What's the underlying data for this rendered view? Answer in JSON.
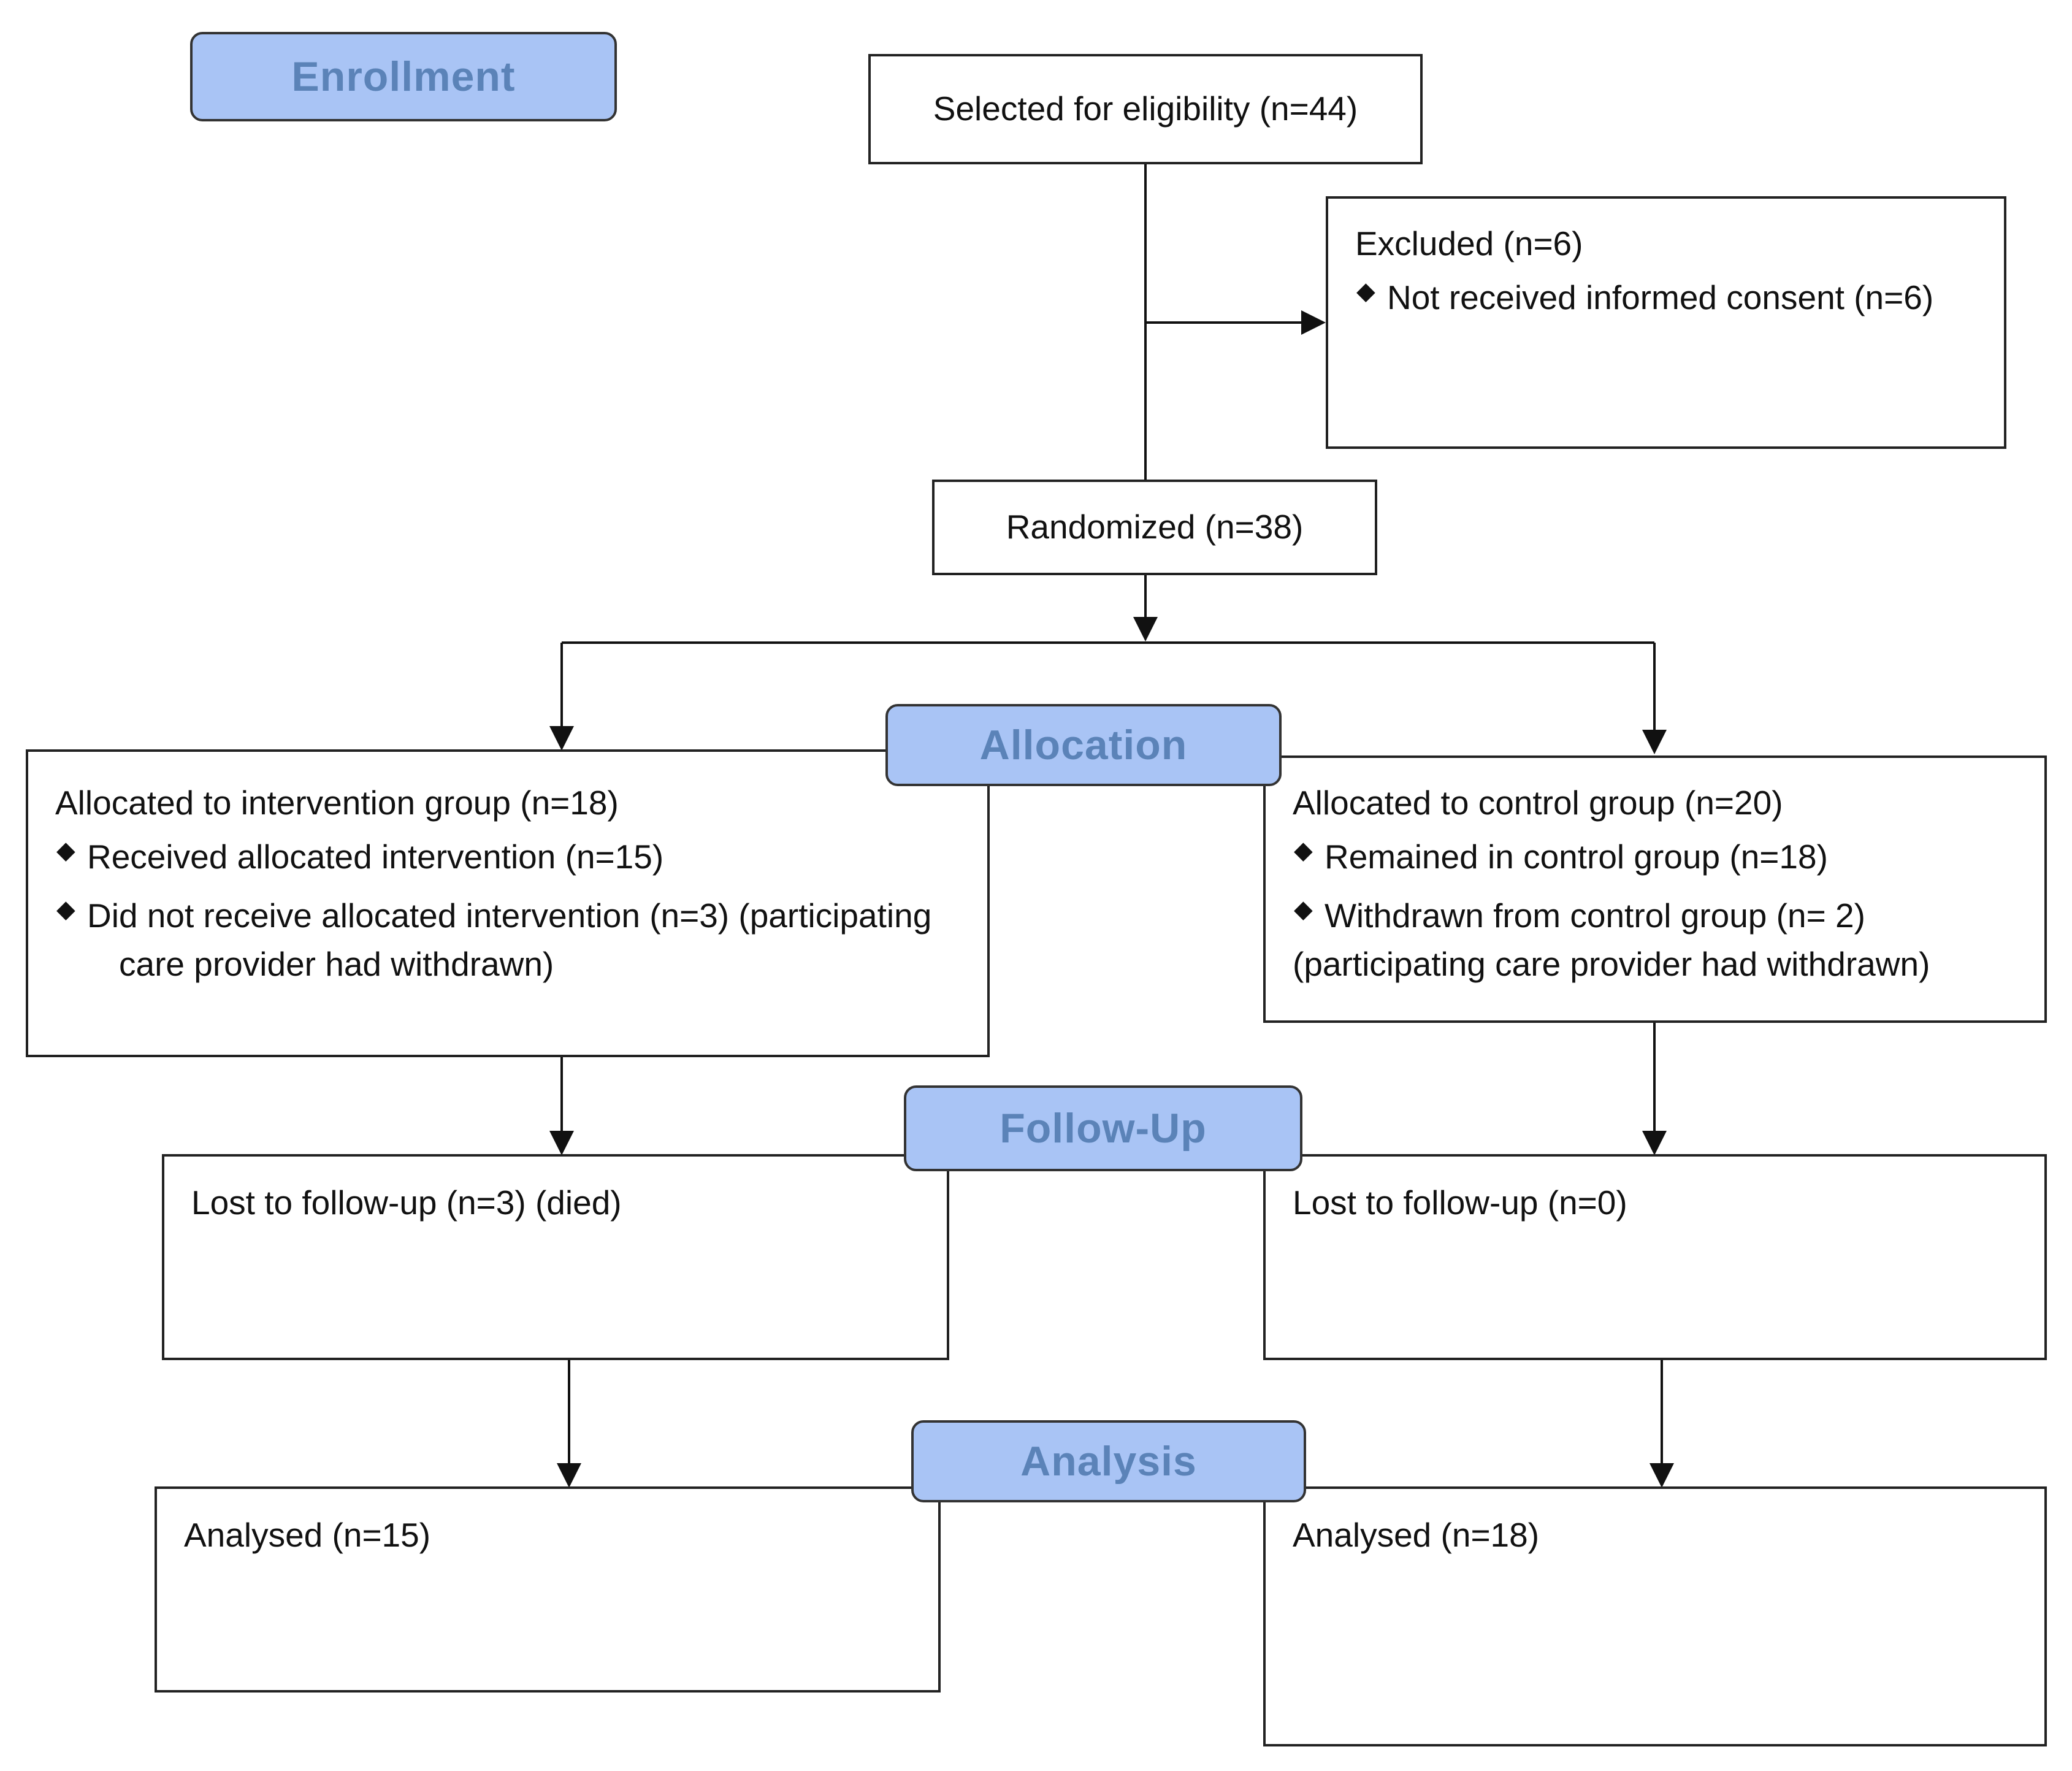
{
  "stages": {
    "enrollment": "Enrollment",
    "allocation": "Allocation",
    "follow_up": "Follow-Up",
    "analysis": "Analysis"
  },
  "boxes": {
    "eligibility": "Selected for eligibility (n=44)",
    "excluded": {
      "title": "Excluded (n=6)",
      "items": [
        "Not received informed consent (n=6)"
      ]
    },
    "randomized": "Randomized (n=38)",
    "intervention_allocation": {
      "title": "Allocated to intervention group (n=18)",
      "items": [
        "Received allocated intervention (n=15)",
        "Did not receive allocated intervention (n=3) (participating"
      ],
      "continuation": "care provider had withdrawn)"
    },
    "control_allocation": {
      "title": "Allocated to control group (n=20)",
      "items": [
        "Remained in control group (n=18)",
        "Withdrawn from control group (n= 2)"
      ],
      "continuation": "(participating care provider had withdrawn)"
    },
    "intervention_followup": "Lost to follow-up (n=3) (died)",
    "control_followup": "Lost to follow-up (n=0)",
    "intervention_analysis": "Analysed (n=15)",
    "control_analysis": "Analysed (n=18)"
  },
  "colors": {
    "stage_fill": "#a9c4f5",
    "stage_text": "#5b83b8",
    "line": "#111111"
  }
}
